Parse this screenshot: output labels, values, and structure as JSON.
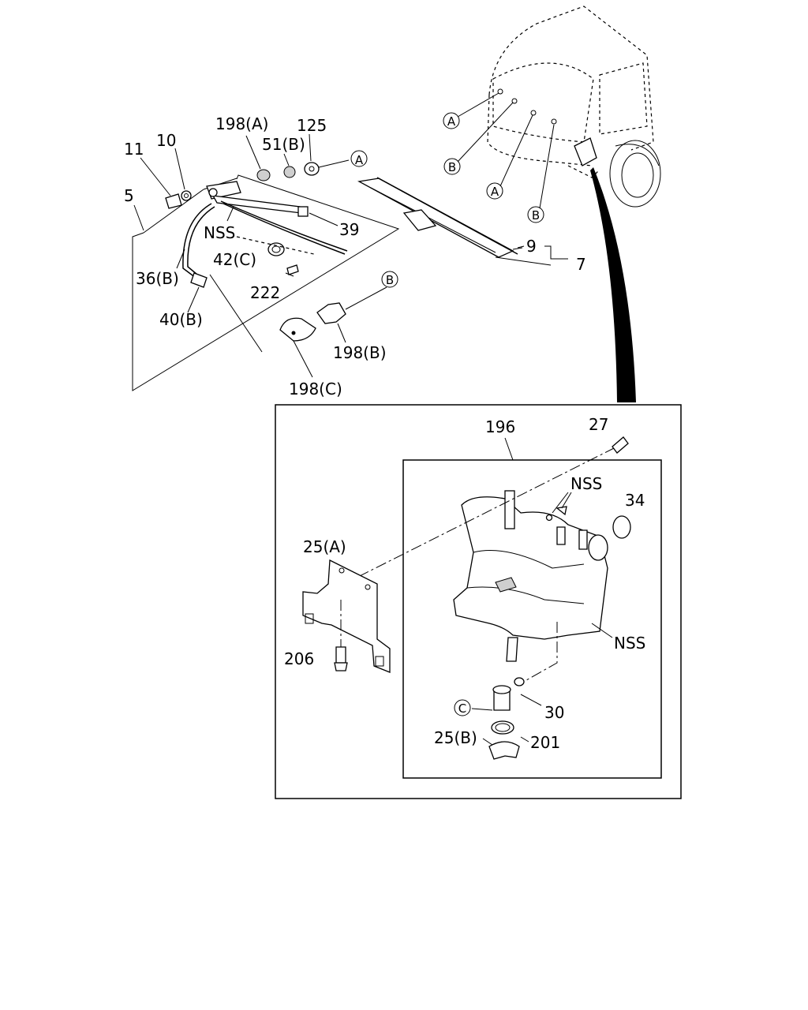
{
  "callouts": {
    "p5": "5",
    "p11": "11",
    "p10": "10",
    "p198a": "198(A)",
    "p51b": "51(B)",
    "p125": "125",
    "p39": "39",
    "nss_top": "NSS",
    "p42c": "42(C)",
    "p222": "222",
    "p36b": "36(B)",
    "p40b": "40(B)",
    "p198b": "198(B)",
    "p198c": "198(C)",
    "p9": "9",
    "p7": "7",
    "p196": "196",
    "p27": "27",
    "nss_tank_top": "NSS",
    "p34": "34",
    "p25a": "25(A)",
    "nss_tank_side": "NSS",
    "p206": "206",
    "p30": "30",
    "p25b": "25(B)",
    "p201": "201"
  },
  "markers": {
    "a_hose": "A",
    "b_hose": "B",
    "a_cab_1": "A",
    "b_cab_1": "B",
    "a_cab_2": "A",
    "b_cab_2": "B",
    "c_pump": "C"
  }
}
